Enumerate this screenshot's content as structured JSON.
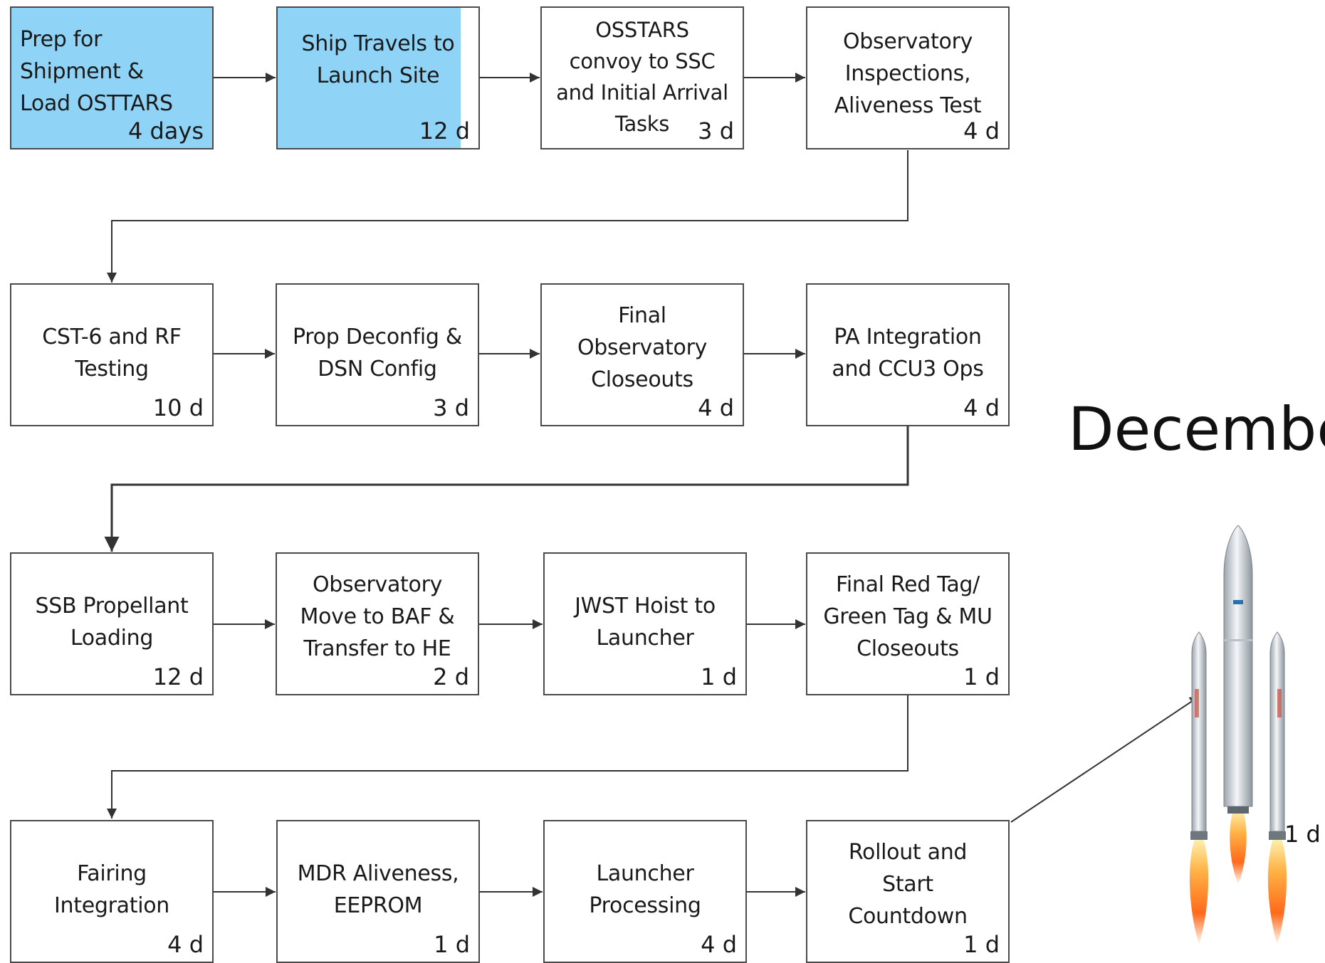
{
  "tasks": [
    {
      "label": "Prep for\nShipment &\nLoad OSTTARS",
      "duration": "4 days",
      "highlight": "full"
    },
    {
      "label": "Ship Travels to\nLaunch Site",
      "duration": "12 d",
      "highlight": "partial"
    },
    {
      "label": "OSSTARS\nconvoy to SSC\nand Initial Arrival\nTasks",
      "duration": "3 d"
    },
    {
      "label": "Observatory\nInspections,\nAliveness Test",
      "duration": "4 d"
    },
    {
      "label": "CST-6 and RF\nTesting",
      "duration": "10 d"
    },
    {
      "label": "Prop Deconfig &\nDSN Config",
      "duration": "3 d"
    },
    {
      "label": "Final\nObservatory\nCloseouts",
      "duration": "4 d"
    },
    {
      "label": "PA Integration\nand CCU3 Ops",
      "duration": "4 d"
    },
    {
      "label": "SSB Propellant\nLoading",
      "duration": "12 d"
    },
    {
      "label": "Observatory\nMove to BAF &\nTransfer to HE",
      "duration": "2 d"
    },
    {
      "label": "JWST Hoist to\nLauncher",
      "duration": "1 d"
    },
    {
      "label": "Final Red Tag/\nGreen Tag & MU\nCloseouts",
      "duration": "1 d"
    },
    {
      "label": "Fairing\nIntegration",
      "duration": "4 d"
    },
    {
      "label": "MDR Aliveness,\nEEPROM",
      "duration": "1 d"
    },
    {
      "label": "Launcher\nProcessing",
      "duration": "4 d"
    },
    {
      "label": "Rollout and\nStart\nCountdown",
      "duration": "1 d"
    }
  ],
  "launch": {
    "month": "December",
    "duration": "1 d",
    "icon": "rocket-icon"
  },
  "colors": {
    "highlight": "#8fd3f7",
    "border": "#4a4a4a",
    "connector": "#333333",
    "flame": "#ff6a1a"
  }
}
